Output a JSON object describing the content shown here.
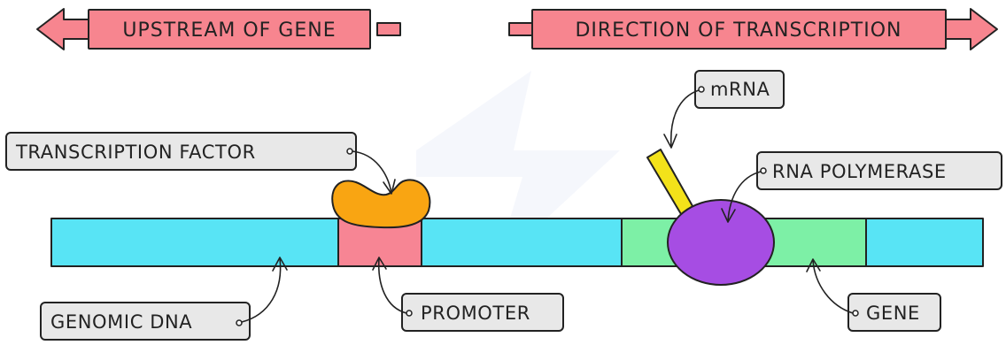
{
  "banners": {
    "upstream": "UPSTREAM OF GENE",
    "direction": "DIRECTION OF TRANSCRIPTION"
  },
  "labels": {
    "transcription_factor": "TRANSCRIPTION FACTOR",
    "mrna": "mRNA",
    "rna_polymerase": "RNA POLYMERASE",
    "genomic_dna": "GENOMIC DNA",
    "promoter": "PROMOTER",
    "gene": "GENE"
  },
  "colors": {
    "banner_fill": "#f7858f",
    "label_fill": "#e8e8e8",
    "dna": "#58e4f5",
    "promoter": "#f78594",
    "gene": "#7df0a6",
    "transcription_factor": "#f9a512",
    "rna_polymerase": "#a64de3",
    "mrna": "#f3e21a"
  },
  "icons": {
    "leader_end": "small-circle-icon",
    "banner_arrows": "arrow-left-icon / arrow-right-icon"
  }
}
